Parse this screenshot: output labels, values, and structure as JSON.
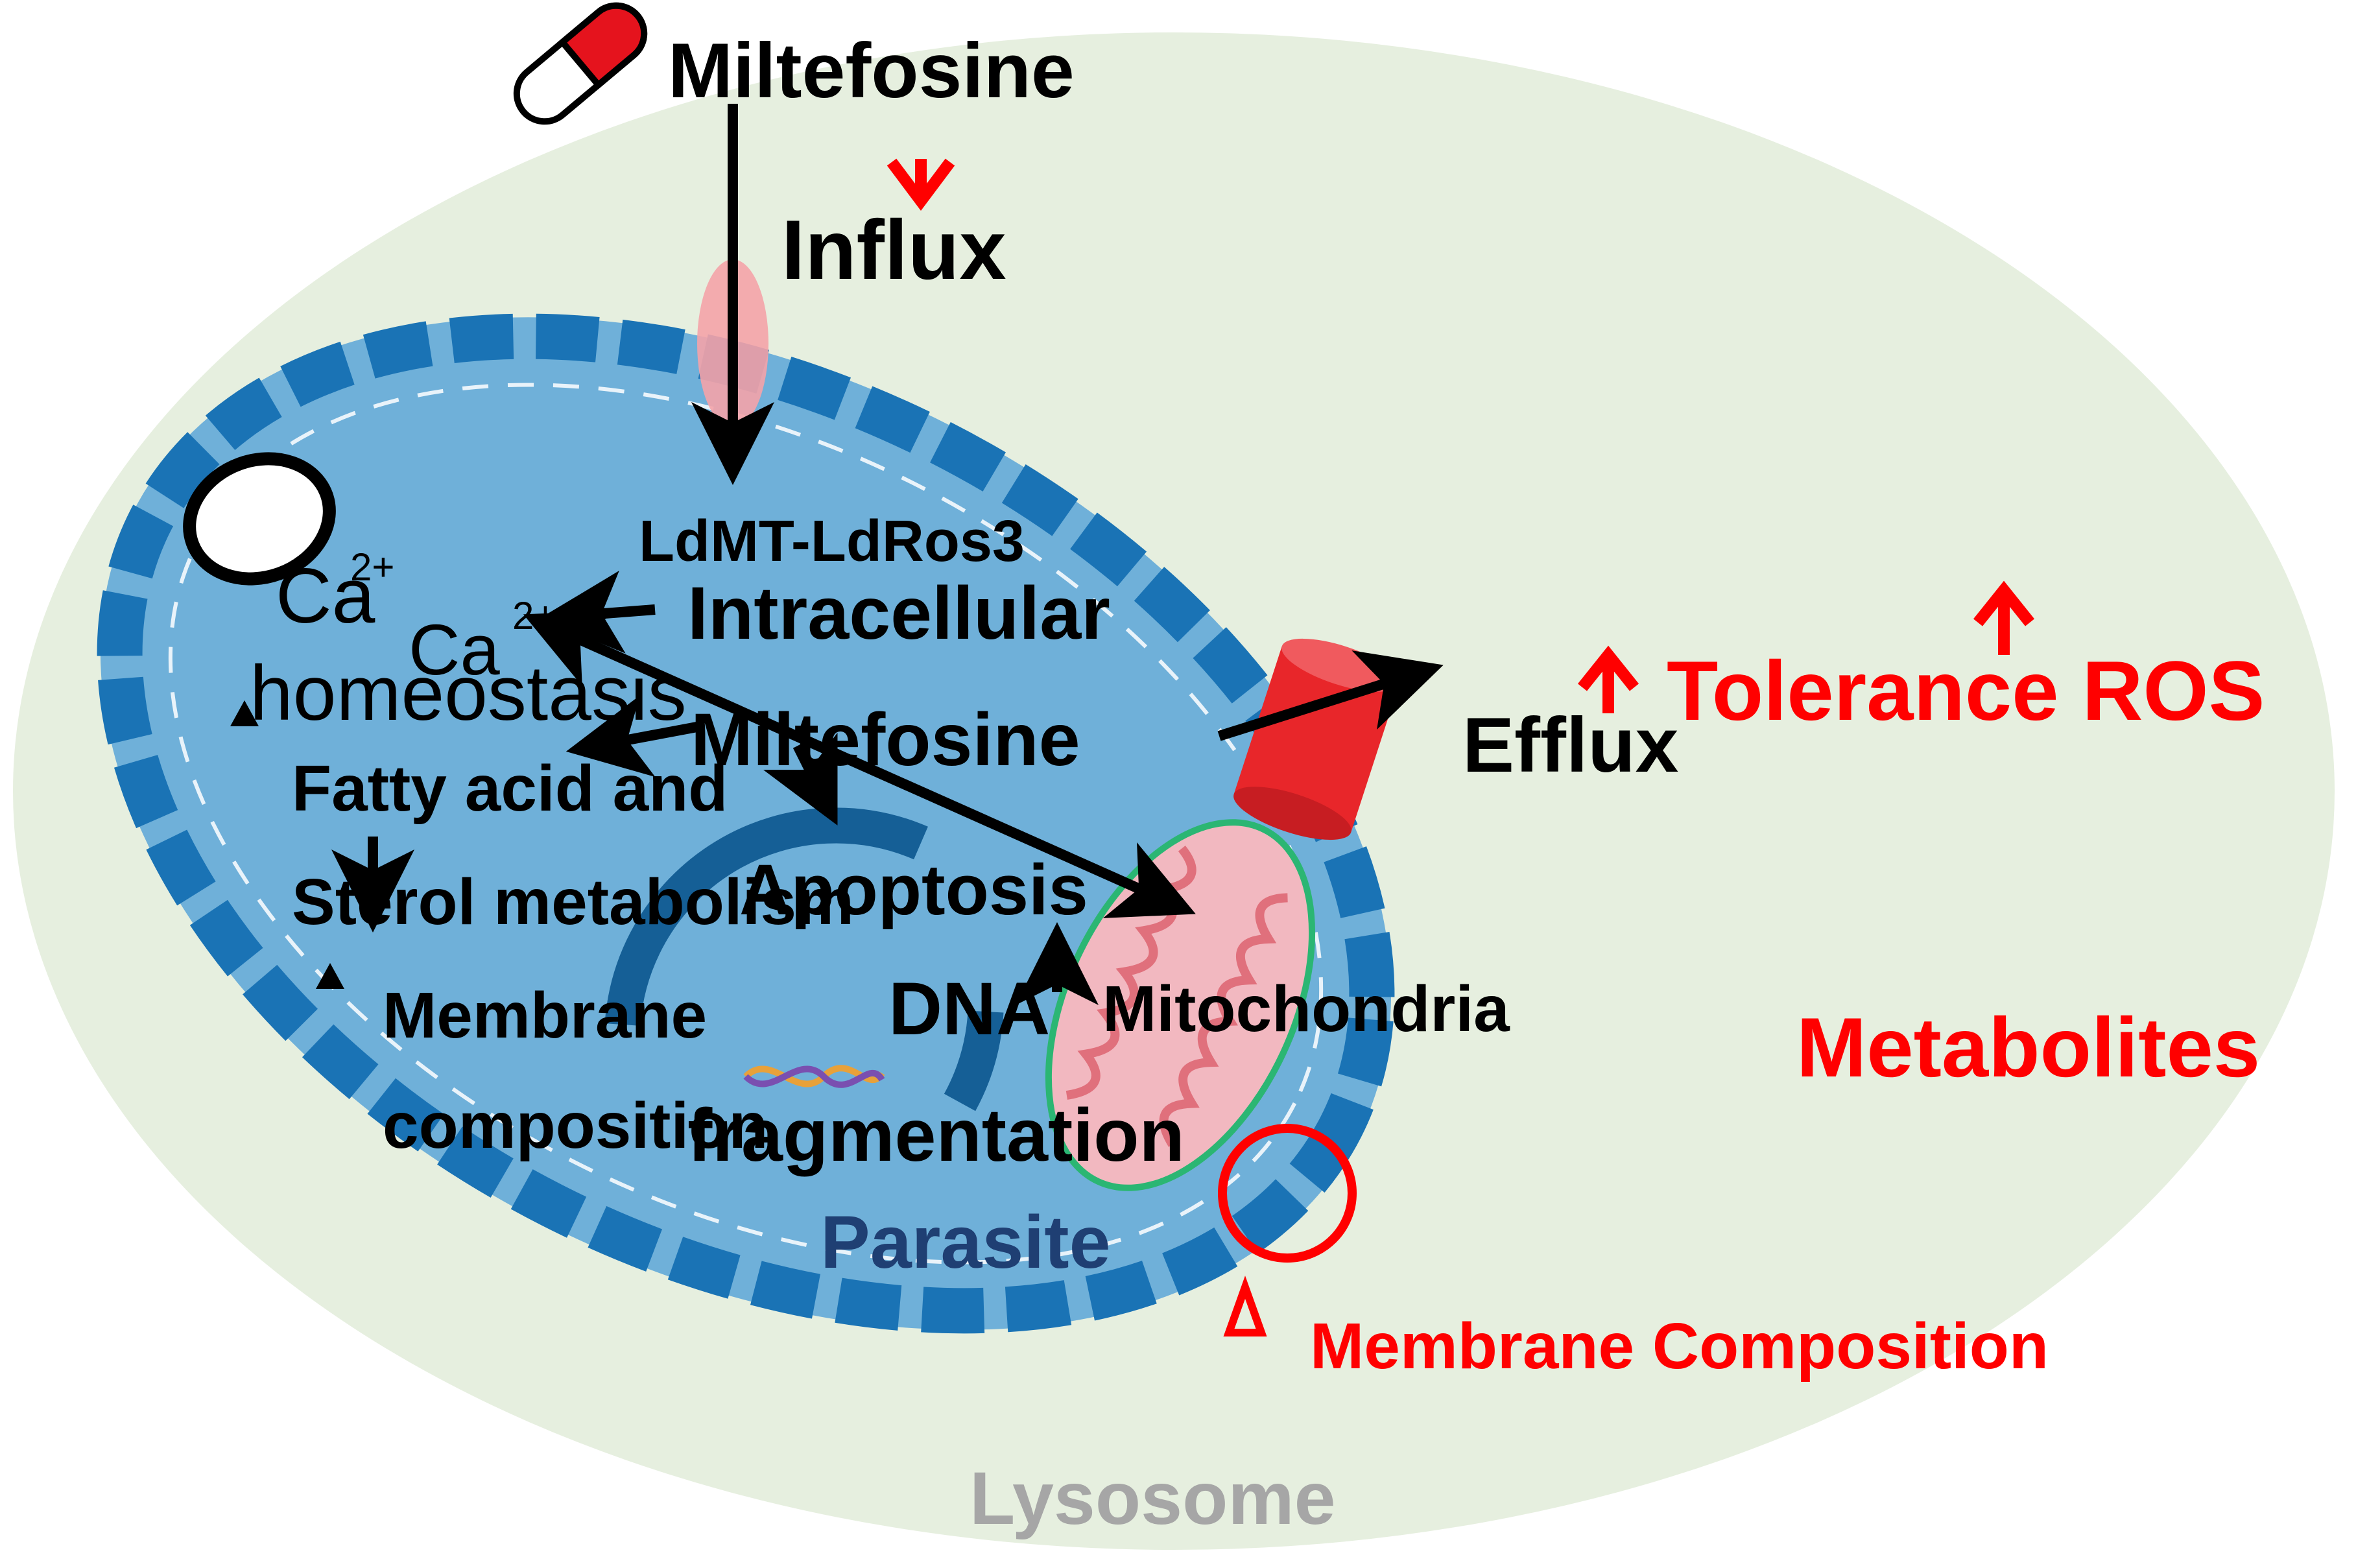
{
  "drug": {
    "name": "Miltefosine",
    "icon": "pill-icon"
  },
  "labels": {
    "influx": "Influx",
    "efflux": "Efflux",
    "transporter": "LdMT-LdRos3",
    "intracellular_line1": "Intracellular",
    "intracellular_line2": "Miltefosine",
    "calcium_ion_left": "Ca",
    "calcium_charge_left": "2+",
    "calcium_ion_mid": "Ca",
    "calcium_charge_mid": "2+",
    "homeostasis": "homeostasis",
    "fatty_acid_line1": "Fatty acid and",
    "fatty_acid_line2": "Sterol metabolism",
    "membrane_line1": "Membrane",
    "membrane_line2": "composition",
    "apoptosis": "Apoptosis",
    "dna_line1": "DNA",
    "dna_line2": "fragmentation",
    "mitochondria": "Mitochondria",
    "parasite": "Parasite",
    "lysosome": "Lysosome",
    "tolerance_ros": "Tolerance ROS",
    "metabolites": "Metabolites",
    "membrane_composition_outer": "Membrane Composition"
  },
  "colors": {
    "lysosome_fill": "#e6efdf",
    "parasite_fill": "#6fb0d9",
    "parasite_border": "#1a73b5",
    "nucleus_ring": "#155f96",
    "accent_red": "#ff0000",
    "efflux_pump": "#e8262a",
    "mitochondria_fill": "#f2b8c0",
    "mitochondria_border": "#2bb673",
    "influx_channel": "#f4a3a8",
    "lysosome_text": "#a6a6a6",
    "parasite_text": "#1f3f73"
  }
}
